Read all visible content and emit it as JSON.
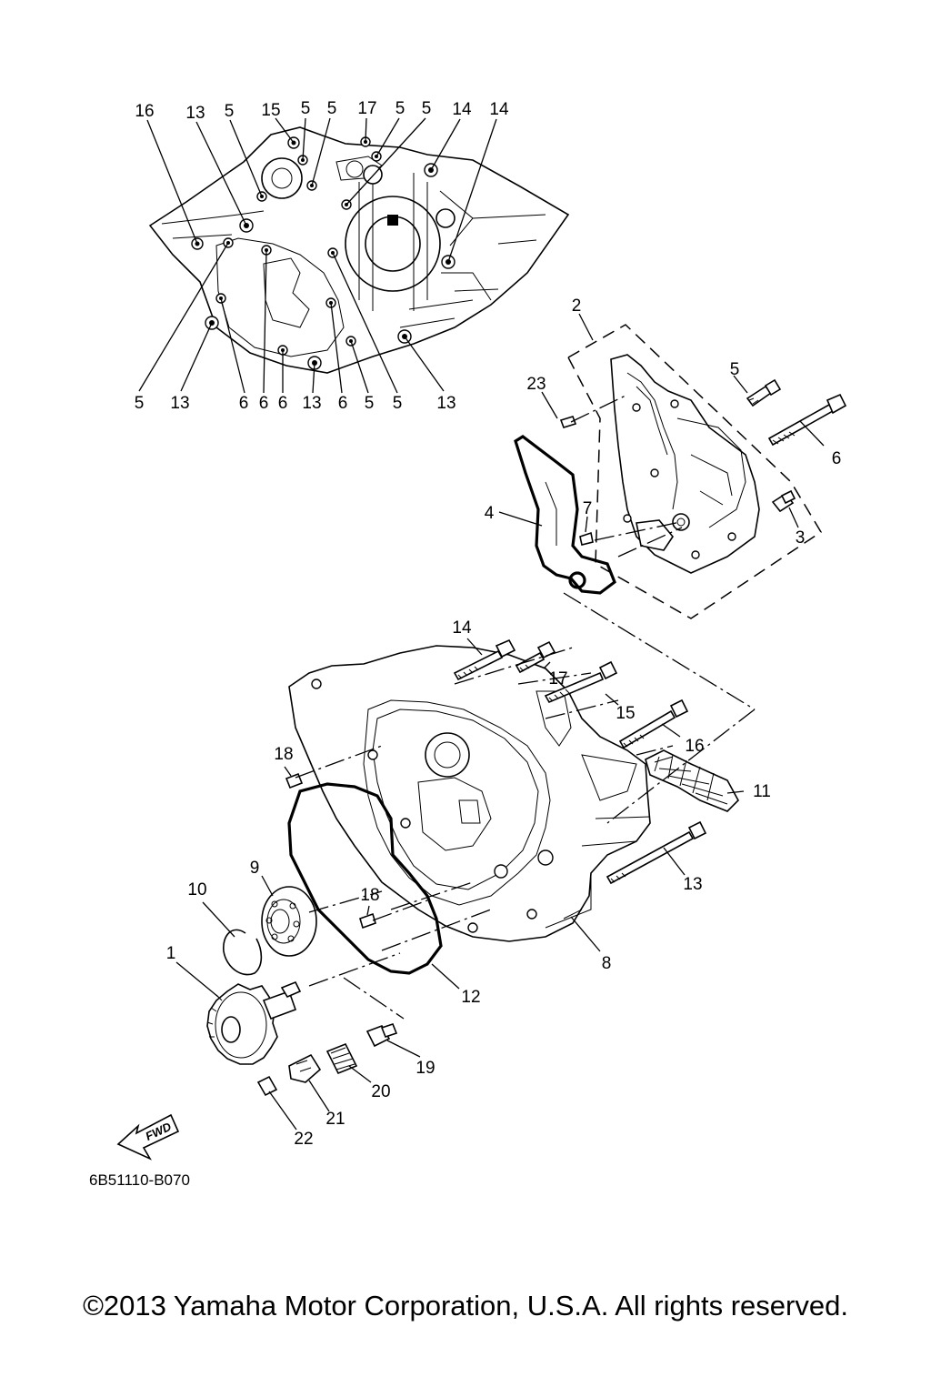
{
  "diagram": {
    "doc_code": "6B51110-B070",
    "copyright": "©2013 Yamaha Motor Corporation, U.S.A. All rights reserved.",
    "fwd_text": "FWD",
    "callouts": {
      "top": [
        "16",
        "13",
        "5",
        "15",
        "5",
        "5",
        "17",
        "5",
        "5",
        "14",
        "14"
      ],
      "bottom": [
        "5",
        "13",
        "6",
        "6",
        "6",
        "13",
        "6",
        "5",
        "5",
        "13"
      ],
      "pump": [
        "2",
        "23",
        "5",
        "6",
        "7",
        "4",
        "3"
      ],
      "case": [
        "14",
        "17",
        "15",
        "16",
        "18",
        "11",
        "13",
        "9",
        "10",
        "18",
        "8",
        "1",
        "12",
        "19",
        "20",
        "21",
        "22"
      ]
    }
  }
}
